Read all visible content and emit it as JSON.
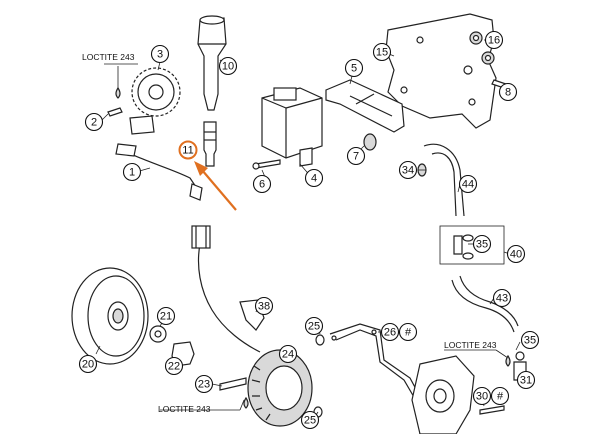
{
  "diagram": {
    "callouts": [
      {
        "id": "c1",
        "label": "1"
      },
      {
        "id": "c2",
        "label": "2"
      },
      {
        "id": "c3",
        "label": "3"
      },
      {
        "id": "c4",
        "label": "4"
      },
      {
        "id": "c5",
        "label": "5"
      },
      {
        "id": "c6",
        "label": "6"
      },
      {
        "id": "c7",
        "label": "7"
      },
      {
        "id": "c8",
        "label": "8"
      },
      {
        "id": "c10",
        "label": "10"
      },
      {
        "id": "c11",
        "label": "11"
      },
      {
        "id": "c15",
        "label": "15"
      },
      {
        "id": "c16",
        "label": "16"
      },
      {
        "id": "c20",
        "label": "20"
      },
      {
        "id": "c21",
        "label": "21"
      },
      {
        "id": "c22",
        "label": "22"
      },
      {
        "id": "c23",
        "label": "23"
      },
      {
        "id": "c24",
        "label": "24"
      },
      {
        "id": "c25a",
        "label": "25"
      },
      {
        "id": "c25b",
        "label": "25"
      },
      {
        "id": "c26",
        "label": "26"
      },
      {
        "id": "c26h",
        "label": "#"
      },
      {
        "id": "c30",
        "label": "30"
      },
      {
        "id": "c30h",
        "label": "#"
      },
      {
        "id": "c31",
        "label": "31"
      },
      {
        "id": "c34",
        "label": "34"
      },
      {
        "id": "c35a",
        "label": "35"
      },
      {
        "id": "c35b",
        "label": "35"
      },
      {
        "id": "c38",
        "label": "38"
      },
      {
        "id": "c40",
        "label": "40"
      },
      {
        "id": "c43",
        "label": "43"
      },
      {
        "id": "c44",
        "label": "44"
      }
    ],
    "loctite_labels": [
      "LOCTITE 243",
      "LOCTITE 243",
      "LOCTITE 243"
    ],
    "highlight_color": "#e07020"
  }
}
